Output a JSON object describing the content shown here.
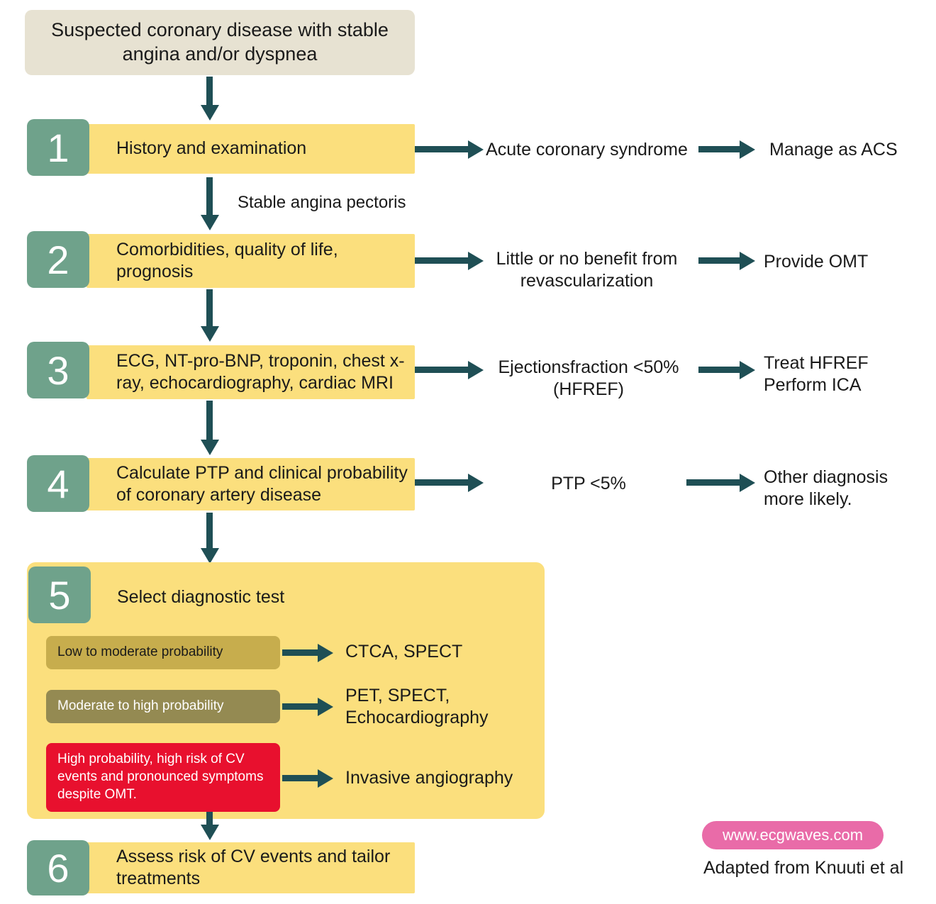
{
  "start": {
    "text": "Suspected coronary disease with stable angina and/or dyspnea"
  },
  "connector_label": "Stable angina pectoris",
  "steps": [
    {
      "number": "1",
      "label": "History and examination",
      "branch": "Acute coronary syndrome",
      "outcome": "Manage as ACS"
    },
    {
      "number": "2",
      "label": "Comorbidities, quality of life, prognosis",
      "branch": "Little or no benefit from\nrevascularization",
      "outcome": "Provide OMT"
    },
    {
      "number": "3",
      "label": "ECG, NT-pro-BNP, troponin, chest x-ray, echocardiography, cardiac MRI",
      "branch": "Ejectionsfraction <50%\n(HFREF)",
      "outcome": "Treat HFREF\nPerform ICA"
    },
    {
      "number": "4",
      "label": "Calculate PTP and clinical probability of coronary artery disease",
      "branch": "PTP <5%",
      "outcome": "Other diagnosis\nmore likely."
    }
  ],
  "step5": {
    "number": "5",
    "title": "Select diagnostic test",
    "options": [
      {
        "label": "Low to moderate probability",
        "result": "CTCA, SPECT"
      },
      {
        "label": "Moderate to high probability",
        "result": "PET, SPECT,\nEchocardiography"
      },
      {
        "label": "High probability, high risk of CV events and pronounced symptoms despite OMT.",
        "result": "Invasive angiography"
      }
    ]
  },
  "step6": {
    "number": "6",
    "label": "Assess risk of CV events and tailor treatments"
  },
  "footer": {
    "site": "www.ecgwaves.com",
    "credit": "Adapted from Knuuti et al"
  },
  "colors": {
    "green": "#6FA28B",
    "yellow": "#FBDF7D",
    "olive_light": "#C7AD4D",
    "olive_dark": "#948A52",
    "red": "#E8102E",
    "arrow_teal": "#1F4F55",
    "beige": "#E7E2D2",
    "pink": "#E96BA8"
  }
}
